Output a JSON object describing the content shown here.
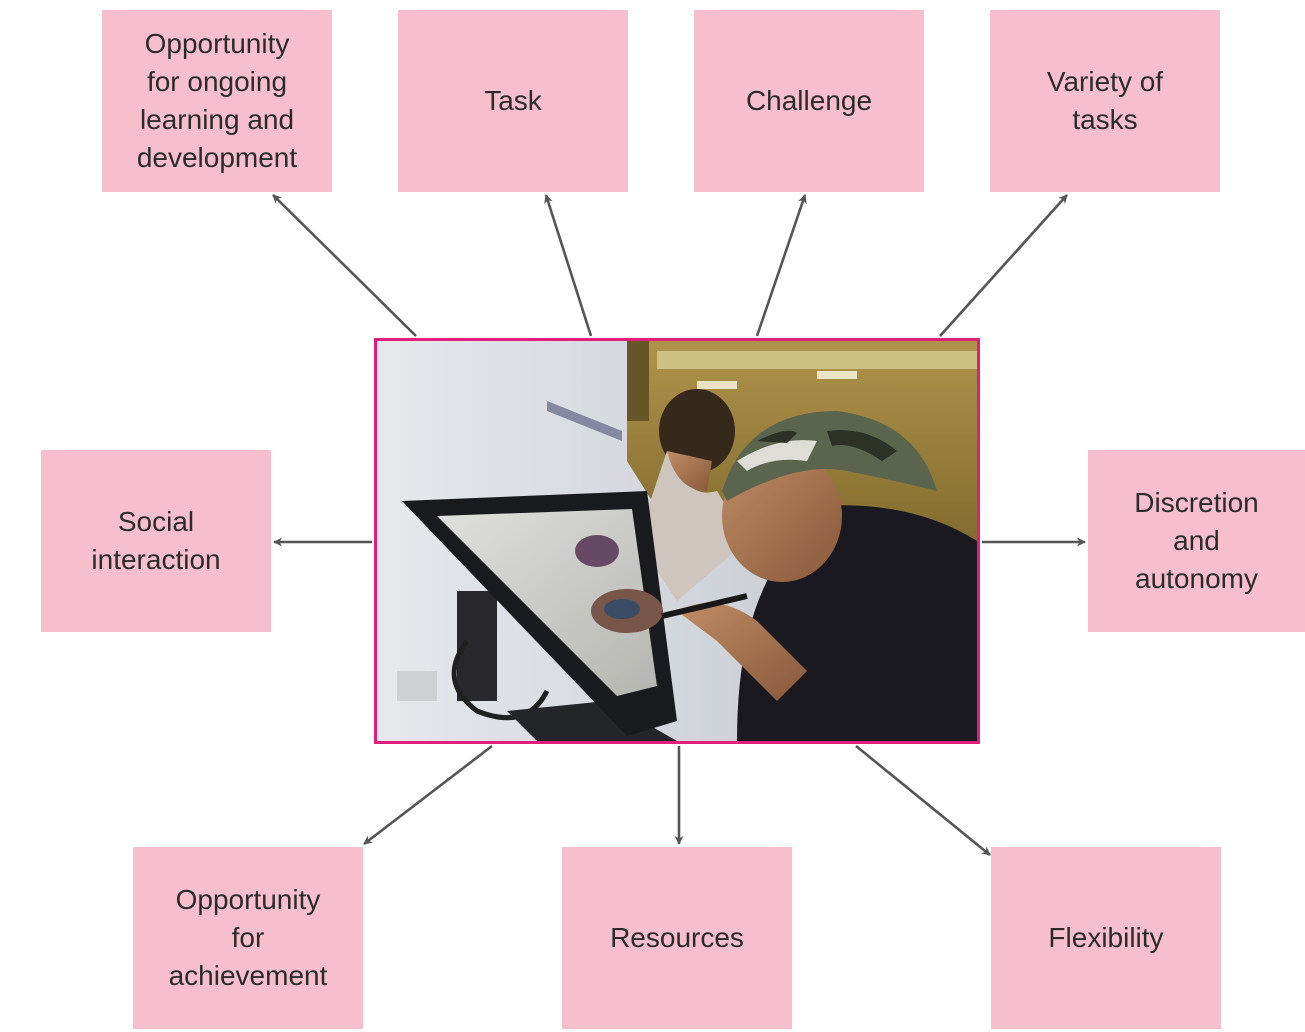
{
  "nodes": {
    "learning": "Opportunity\nfor ongoing\nlearning and\ndevelopment",
    "task": "Task",
    "challenge": "Challenge",
    "variety": "Variety of\ntasks",
    "social": "Social\ninteraction",
    "discretion": "Discretion\nand\nautonomy",
    "achievement": "Opportunity\nfor\nachievement",
    "resources": "Resources",
    "flexibility": "Flexibility"
  },
  "colors": {
    "box_fill": "#f7bfcd",
    "photo_border": "#e01f7d",
    "arrow": "#555555",
    "text": "#2b2b2b"
  },
  "photo": {
    "description_icon": "illustrator-drawing-tablet-photo"
  }
}
